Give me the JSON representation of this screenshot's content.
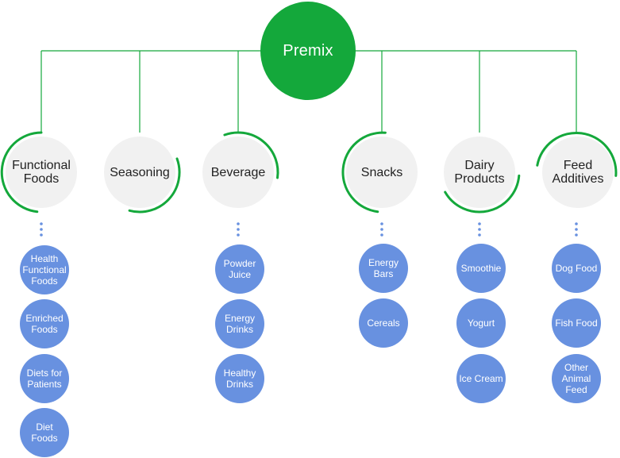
{
  "root": {
    "label": "Premix"
  },
  "colors": {
    "green": "#14a83b",
    "blue": "#6891e0",
    "gray": "#f1f1f1",
    "line": "#14a83b"
  },
  "categories": [
    {
      "label": "Functional\nFoods",
      "items": [
        "Health\nFunctional\nFoods",
        "Enriched\nFoods",
        "Diets for\nPatients",
        "Diet\nFoods"
      ]
    },
    {
      "label": "Seasoning",
      "items": []
    },
    {
      "label": "Beverage",
      "items": [
        "Powder\nJuice",
        "Energy\nDrinks",
        "Healthy\nDrinks"
      ]
    },
    {
      "label": "Snacks",
      "items": [
        "Energy\nBars",
        "Cereals"
      ]
    },
    {
      "label": "Dairy\nProducts",
      "items": [
        "Smoothie",
        "Yogurt",
        "Ice Cream"
      ]
    },
    {
      "label": "Feed\nAdditives",
      "items": [
        "Dog Food",
        "Fish Food",
        "Other\nAnimal\nFeed"
      ]
    }
  ]
}
